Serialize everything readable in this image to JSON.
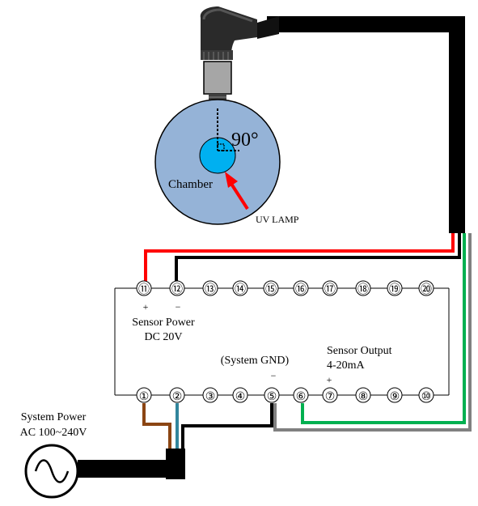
{
  "sensor": {
    "angle_label": "90°",
    "chamber_label": "Chamber",
    "uv_lamp_label": "UV LAMP"
  },
  "terminal_block": {
    "top_terminals": [
      "⑪",
      "⑫",
      "⑬",
      "⑭",
      "⑮",
      "⑯",
      "⑰",
      "⑱",
      "⑲",
      "⑳"
    ],
    "bottom_terminals": [
      "①",
      "②",
      "③",
      "④",
      "⑤",
      "⑥",
      "⑦",
      "⑧",
      "⑨",
      "⑩"
    ],
    "top_plus": "+",
    "top_minus": "−",
    "sensor_power_label": "Sensor Power",
    "sensor_power_voltage": "DC 20V",
    "system_gnd_label": "(System GND)",
    "gnd_minus": "−",
    "sensor_output_label": "Sensor Output",
    "sensor_output_range": "4-20mA",
    "output_plus": "+"
  },
  "power": {
    "label_line1": "System Power",
    "label_line2": "AC 100~240V",
    "symbol": "ac-source-icon"
  },
  "colors": {
    "cable": "#000000",
    "red_wire": "#ff0000",
    "black_wire": "#000000",
    "green_wire": "#00b050",
    "gray_wire": "#808080",
    "brown_wire": "#8b4513",
    "blue_wire": "#31859c",
    "chamber_outer": "#95b3d7",
    "chamber_inner": "#00b0f0",
    "arrow": "#ff0000"
  }
}
